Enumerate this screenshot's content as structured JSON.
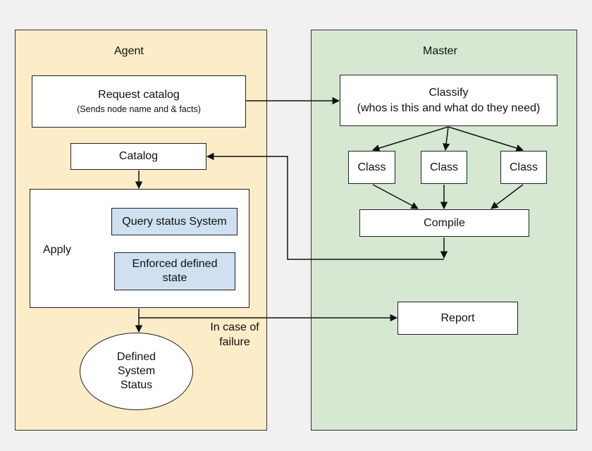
{
  "agent": {
    "title": "Agent",
    "request_catalog": {
      "title": "Request catalog",
      "subtitle": "(Sends node name and & facts)"
    },
    "catalog": "Catalog",
    "apply": "Apply",
    "query_status": "Query status System",
    "enforced": "Enforced defined state",
    "defined_status": "Defined System Status"
  },
  "master": {
    "title": "Master",
    "classify": {
      "title": "Classify",
      "subtitle": "(whos is this and what do they need)"
    },
    "classes": [
      "Class",
      "Class",
      "Class"
    ],
    "compile": "Compile",
    "report": "Report"
  },
  "failure_label": "In case of failure",
  "colors": {
    "agent_bg": "#fcecc7",
    "master_bg": "#d6e8d2",
    "inner_box": "#cfe0f1",
    "page_bg": "#f1f1f1"
  }
}
